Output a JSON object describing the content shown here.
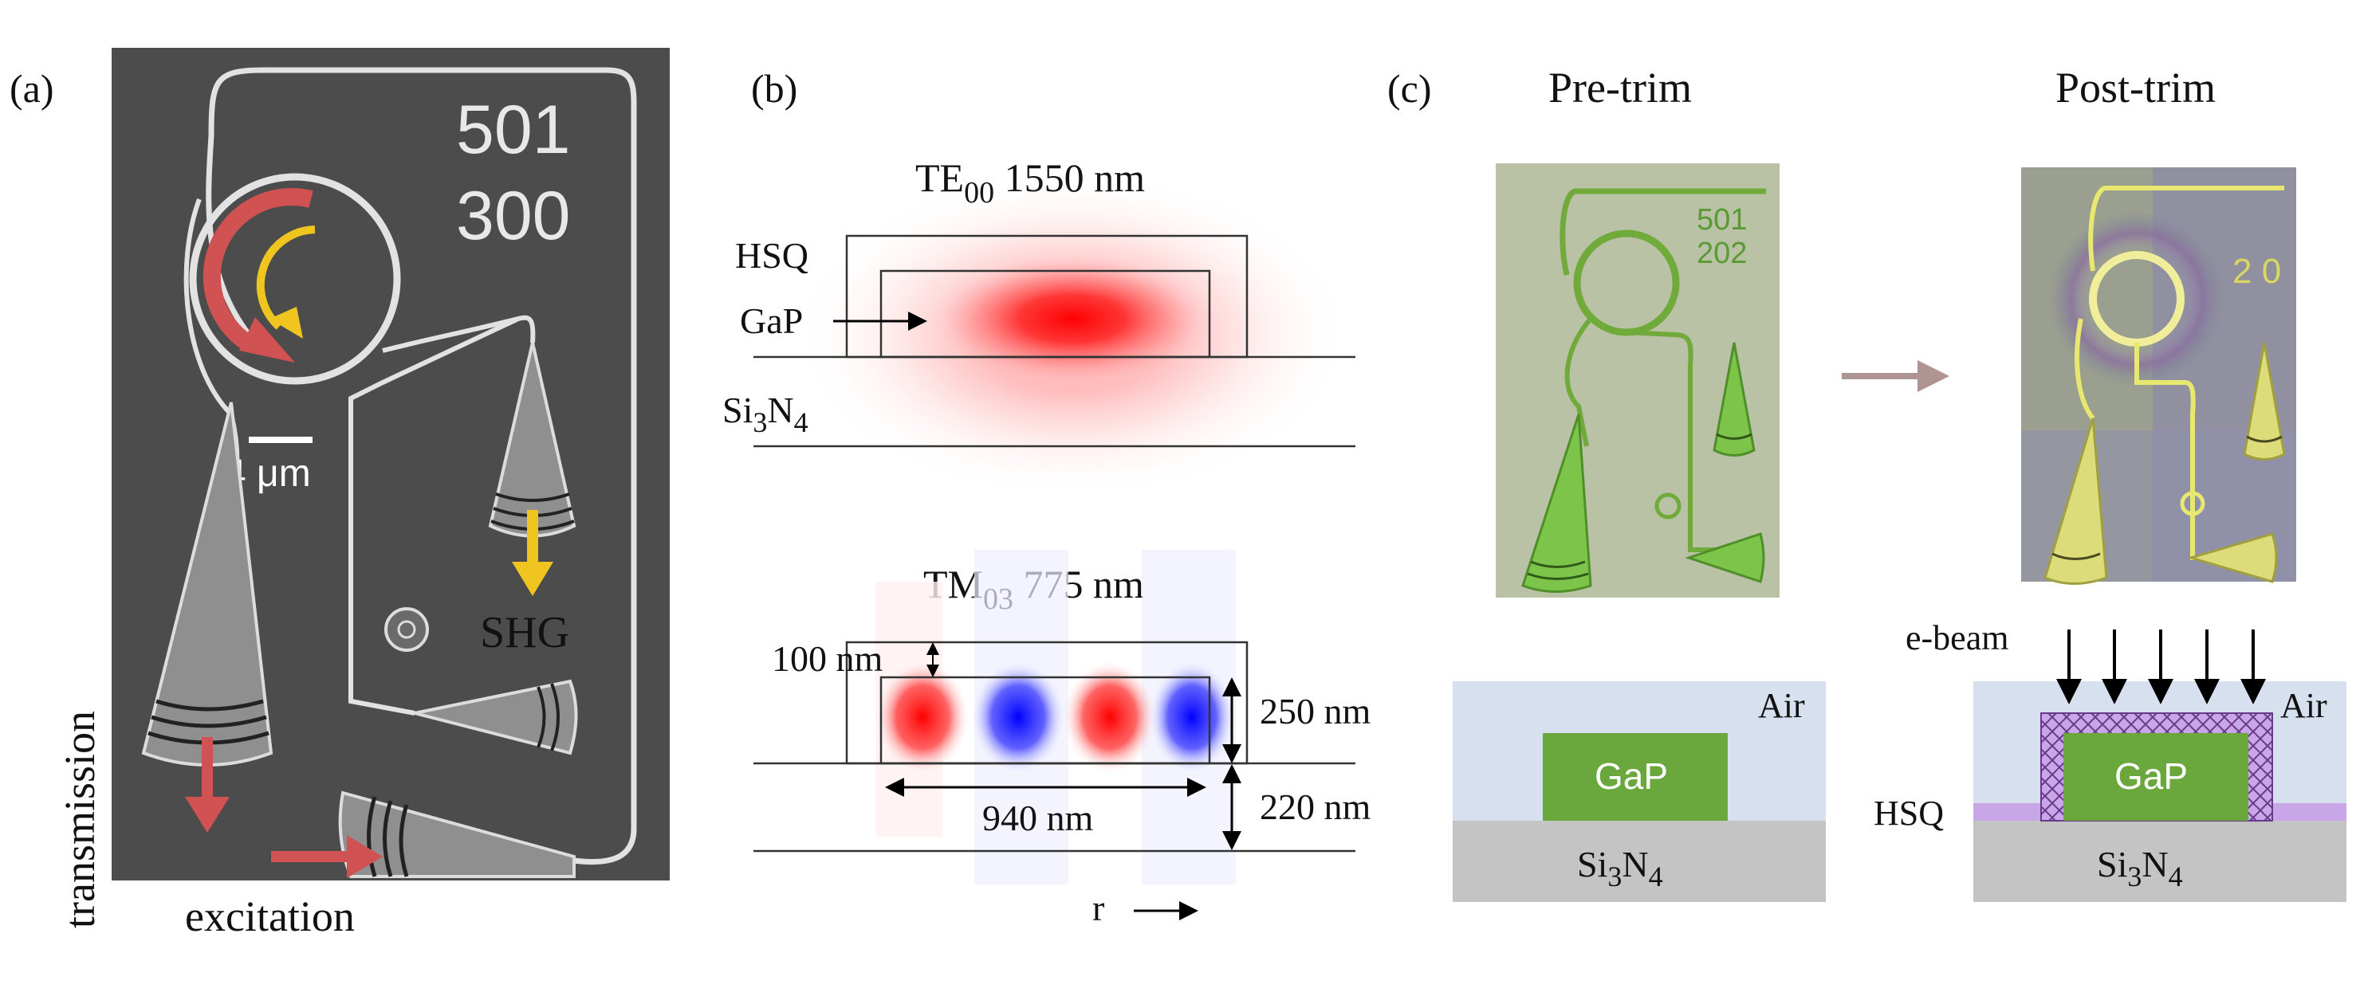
{
  "panels": {
    "a": {
      "label": "(a)",
      "chip_number_top": "501",
      "chip_number_bottom": "300",
      "scale_bar": "4 μm",
      "shg": "SHG",
      "transmission": "transmission",
      "excitation": "excitation"
    },
    "b": {
      "label": "(b)",
      "te_title": {
        "base": "TE",
        "sub": "00",
        "rest": " 1550 nm"
      },
      "hsq": "HSQ",
      "gap": "GaP",
      "si3n4": {
        "a": "Si",
        "sub": "3",
        "b": "N",
        "sub2": "4"
      },
      "tm_title": {
        "base": "TM",
        "sub": "03",
        "rest": " 775 nm"
      },
      "dim_100": "100 nm",
      "dim_250": "250 nm",
      "dim_220": "220 nm",
      "dim_940": "940 nm",
      "r_axis": "r"
    },
    "c": {
      "label": "(c)",
      "pre_trim": "Pre-trim",
      "post_trim": "Post-trim",
      "pre_chip_top": "501",
      "pre_chip_bottom": "202",
      "post_chip_text": "2 0",
      "ebeam": "e-beam",
      "air_left": "Air",
      "air_right": "Air",
      "gap_left": "GaP",
      "gap_right": "GaP",
      "hsq": "HSQ",
      "si3n4": {
        "a": "Si",
        "sub": "3",
        "b": "N",
        "sub2": "4"
      }
    }
  },
  "colors": {
    "sem_bg": "#4c4c4c",
    "wg": "#e2e2e2",
    "red_arrow": "#d05252",
    "yellow_arrow": "#f0c520",
    "mode_red": "#ff0000",
    "mode_blue": "#0000ff",
    "air": "#d6e0ef",
    "gap_green": "#6aa83e",
    "substrate": "#c4c4c4",
    "hsq_purple": "#c9a6e8",
    "trim_arrow": "#b09494",
    "optical_bg": "#b9c2a4"
  }
}
